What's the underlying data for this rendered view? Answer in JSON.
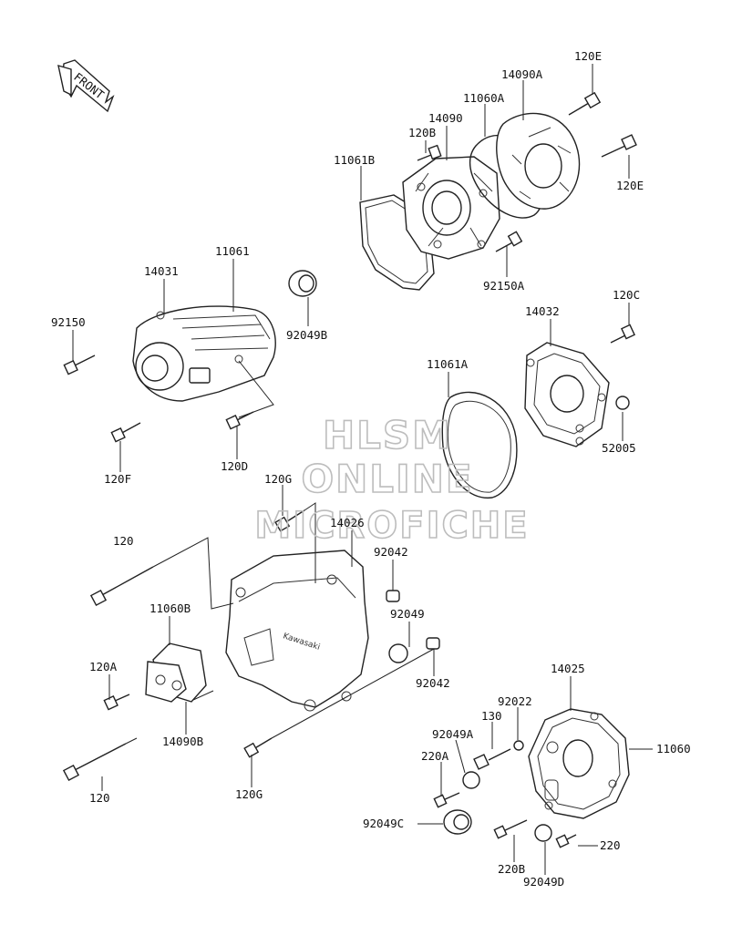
{
  "orientation": {
    "front_label": "FRONT"
  },
  "watermark": {
    "line1": "HLSM",
    "line2": "ONLINE",
    "line3": "MICROFICHE"
  },
  "part_labels": {
    "p120E_top": "120E",
    "p14090A": "14090A",
    "p11060A": "11060A",
    "p14090": "14090",
    "p120B": "120B",
    "p11061B": "11061B",
    "p120E_bottom": "120E",
    "p92150A": "92150A",
    "p11061": "11061",
    "p14031": "14031",
    "p92049B": "92049B",
    "p92150": "92150",
    "p120D": "120D",
    "p120F": "120F",
    "p120C": "120C",
    "p14032": "14032",
    "p11061A": "11061A",
    "p52005": "52005",
    "p120G_top": "120G",
    "p14026": "14026",
    "p120_top": "120",
    "p92042_top": "92042",
    "p11060B": "11060B",
    "p92049": "92049",
    "p92042_bottom": "92042",
    "p120A": "120A",
    "p14090B": "14090B",
    "p120_bottom": "120",
    "p120G_bottom": "120G",
    "p14025": "14025",
    "p92022": "92022",
    "p130": "130",
    "p92049A": "92049A",
    "p11060": "11060",
    "p220A": "220A",
    "p92049C": "92049C",
    "p220": "220",
    "p220B": "220B",
    "p92049D": "92049D"
  }
}
